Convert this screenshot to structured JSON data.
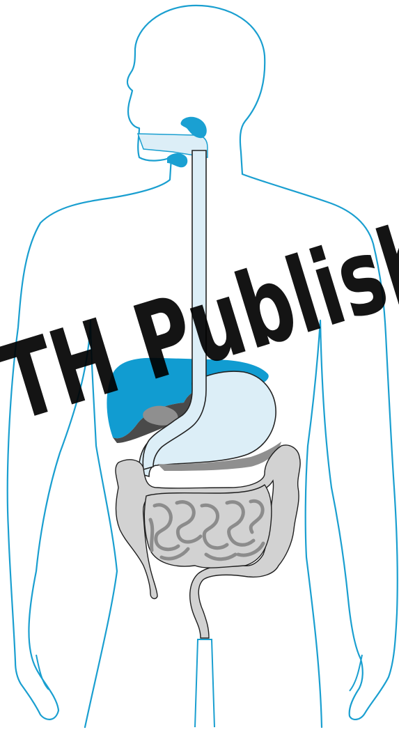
{
  "watermark": {
    "text": "TH Publish"
  },
  "colors": {
    "outline": "#1a9fd0",
    "liver": "#119cd1",
    "liver_underside": "#4a4a4a",
    "gallbladder": "#8f8f8f",
    "tract_fill": "#dceef7",
    "tract_stroke": "#222222",
    "intestine_fill": "#d2d2d2",
    "intestine_stroke": "#1f1f1f",
    "small_intestine_coil": "#8c8c8c",
    "salivary": "#1aa0d2",
    "watermark_text": "rgba(0,0,0,0.92)"
  },
  "figure": {
    "subject": "human-torso-outline",
    "organs": [
      "salivary-glands",
      "esophagus",
      "liver",
      "gallbladder",
      "stomach",
      "pancreas",
      "large-intestine",
      "small-intestine",
      "rectum"
    ]
  }
}
